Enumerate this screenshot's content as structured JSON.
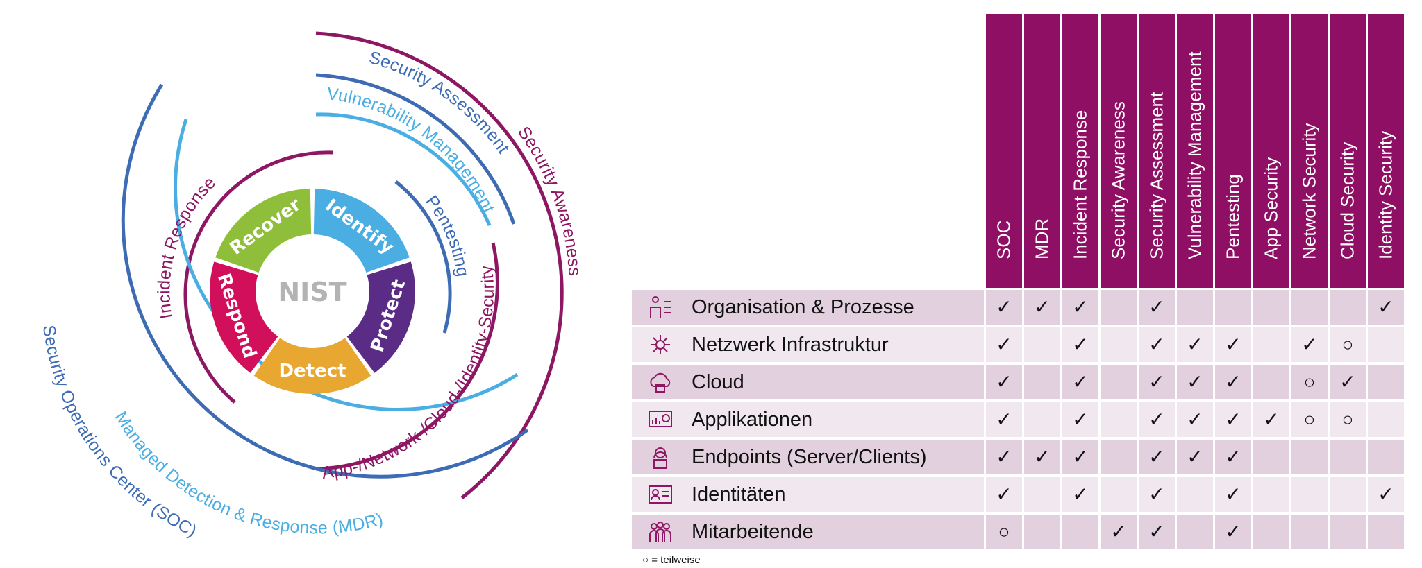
{
  "diagram": {
    "center_label": "NIST",
    "segments": [
      {
        "label": "Identify",
        "color": "#4aaee3"
      },
      {
        "label": "Protect",
        "color": "#5b2c86"
      },
      {
        "label": "Detect",
        "color": "#e8a731"
      },
      {
        "label": "Respond",
        "color": "#d10f5b"
      },
      {
        "label": "Recover",
        "color": "#8fbf3a"
      }
    ],
    "rings": [
      {
        "label": "Incident Response",
        "color": "#8e1763"
      },
      {
        "label": "Pentesting",
        "color": "#3d6cb5"
      },
      {
        "label": "App-/Network-/Cloud-/Identity-Security",
        "color": "#8e1763"
      },
      {
        "label": "Vulnerability Management",
        "color": "#4aaee3"
      },
      {
        "label": "Security Assessment",
        "color": "#3d6cb5"
      },
      {
        "label": "Security Awareness",
        "color": "#8e1763"
      },
      {
        "label": "Managed Detection & Response (MDR)",
        "color": "#4aaee3"
      },
      {
        "label": "Security Operations Center (SOC)",
        "color": "#3d6cb5"
      }
    ]
  },
  "matrix": {
    "header_color": "#8e0f63",
    "row_colors": [
      "#e3d0df",
      "#f1e7ef"
    ],
    "columns": [
      "SOC",
      "MDR",
      "Incident Response",
      "Security Awareness",
      "Security Assessment",
      "Vulnerability Management",
      "Pentesting",
      "App Security",
      "Network Security",
      "Cloud Security",
      "Identity Security"
    ],
    "rows": [
      {
        "label": "Organisation & Prozesse",
        "icon": "org-process-icon",
        "marks": [
          "✓",
          "✓",
          "✓",
          "",
          "✓",
          "",
          "",
          "",
          "",
          "",
          "✓"
        ]
      },
      {
        "label": "Netzwerk Infrastruktur",
        "icon": "network-icon",
        "marks": [
          "✓",
          "",
          "✓",
          "",
          "✓",
          "✓",
          "✓",
          "",
          "✓",
          "○",
          ""
        ]
      },
      {
        "label": "Cloud",
        "icon": "cloud-icon",
        "marks": [
          "✓",
          "",
          "✓",
          "",
          "✓",
          "✓",
          "✓",
          "",
          "○",
          "✓",
          ""
        ]
      },
      {
        "label": "Applikationen",
        "icon": "application-icon",
        "marks": [
          "✓",
          "",
          "✓",
          "",
          "✓",
          "✓",
          "✓",
          "✓",
          "○",
          "○",
          ""
        ]
      },
      {
        "label": "Endpoints (Server/Clients)",
        "icon": "endpoint-user-icon",
        "marks": [
          "✓",
          "✓",
          "✓",
          "",
          "✓",
          "✓",
          "✓",
          "",
          "",
          "",
          ""
        ]
      },
      {
        "label": "Identitäten",
        "icon": "id-card-icon",
        "marks": [
          "✓",
          "",
          "✓",
          "",
          "✓",
          "",
          "✓",
          "",
          "",
          "",
          "✓"
        ]
      },
      {
        "label": "Mitarbeitende",
        "icon": "people-icon",
        "marks": [
          "○",
          "",
          "",
          "✓",
          "✓",
          "",
          "✓",
          "",
          "",
          "",
          ""
        ]
      }
    ],
    "legend": "○ = teilweise"
  }
}
